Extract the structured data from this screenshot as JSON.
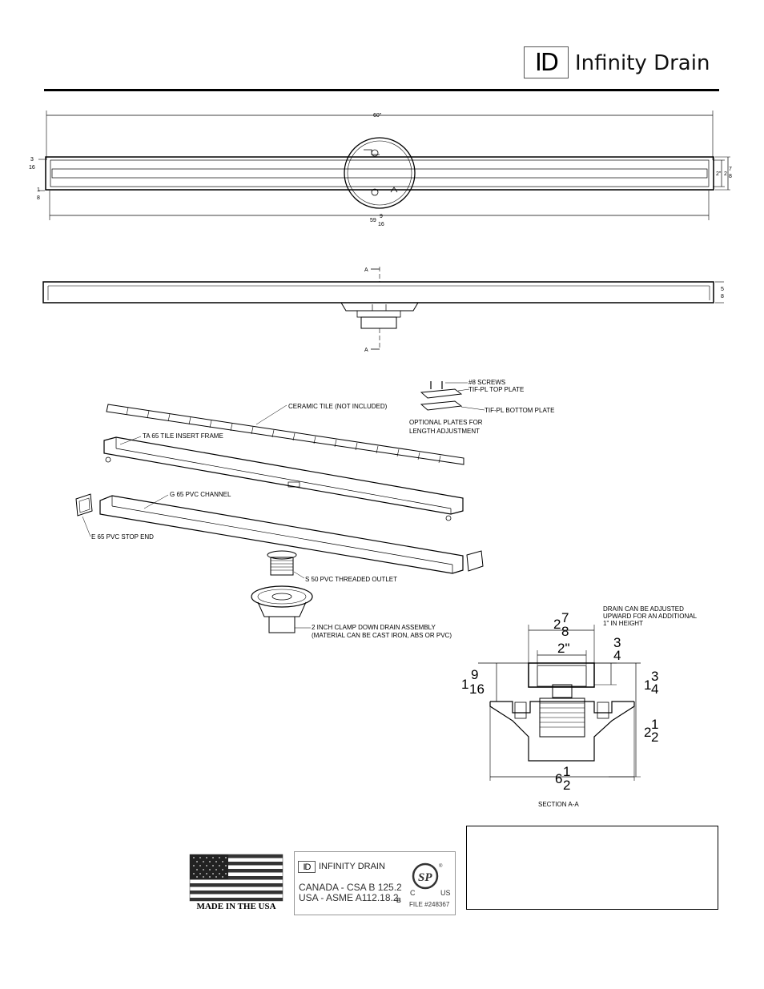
{
  "header": {
    "logo_mark": "ID",
    "brand_name": "Infinity Drain"
  },
  "top_view": {
    "overall_length": "60\"",
    "inner_length_whole": "59",
    "inner_length_num": "9",
    "inner_length_den": "16",
    "left_top_num": "3",
    "left_top_den": "16",
    "left_bottom_num": "1",
    "left_bottom_den": "8",
    "right_inner": "2\"",
    "right_outer_whole": "2",
    "right_outer_num": "7",
    "right_outer_den": "8"
  },
  "side_view": {
    "section_marker": "A",
    "right_height_num": "5",
    "right_height_den": "8"
  },
  "exploded_view": {
    "labels": {
      "screws": "#8 SCREWS",
      "top_plate": "TIF-PL TOP PLATE",
      "bottom_plate": "TIF-PL BOTTOM PLATE",
      "optional_line1": "OPTIONAL PLATES FOR",
      "optional_line2": "LENGTH ADJUSTMENT",
      "ceramic_tile": "CERAMIC TILE (NOT INCLUDED)",
      "insert_frame": "TA 65 TILE INSERT FRAME",
      "channel": "G 65 PVC CHANNEL",
      "stop_end": "E 65 PVC STOP END",
      "outlet": "S 50 PVC THREADED OUTLET",
      "clamp_line1": "2 INCH CLAMP DOWN DRAIN ASSEMBLY",
      "clamp_line2": "(MATERIAL CAN BE CAST IRON, ABS OR PVC)"
    }
  },
  "section_view": {
    "note_line1": "DRAIN CAN BE ADJUSTED",
    "note_line2": "UPWARD FOR AN ADDITIONAL",
    "note_line3": "1\" IN HEIGHT",
    "top_outer_whole": "2",
    "top_outer_num": "7",
    "top_outer_den": "8",
    "top_inner": "2\"",
    "right_top_num": "3",
    "right_top_den": "4",
    "left_whole": "1",
    "left_num": "9",
    "left_den": "16",
    "right_mid_whole": "1",
    "right_mid_num": "3",
    "right_mid_den": "4",
    "right_bottom_whole": "2",
    "right_bottom_num": "1",
    "right_bottom_den": "2",
    "bottom_whole": "6",
    "bottom_num": "1",
    "bottom_den": "2",
    "caption": "SECTION A-A"
  },
  "footer": {
    "made_in_usa": "MADE IN THE USA",
    "cert_logo_mark": "ID",
    "cert_brand": "INFINITY DRAIN",
    "cert_canada": "CANADA - CSA B 125.2",
    "cert_usa": "USA - ASME A112.18.2",
    "cert_b": "B",
    "cert_file": "FILE #248367",
    "csa_mark": "SP",
    "csa_c": "C",
    "csa_us": "US",
    "csa_reg": "®"
  },
  "colors": {
    "line": "#000000",
    "flag_red": "#333333",
    "flag_blue": "#222222"
  }
}
